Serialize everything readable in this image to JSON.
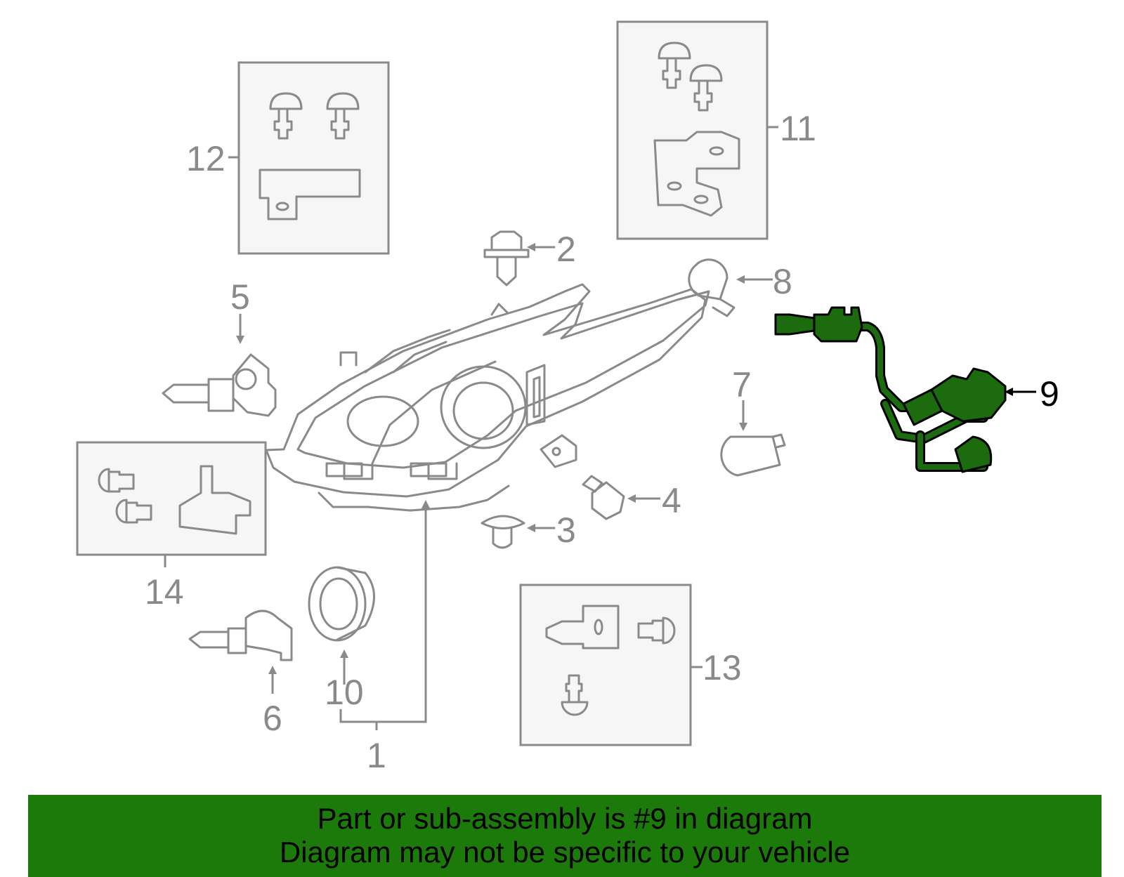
{
  "callouts": {
    "c1": "1",
    "c2": "2",
    "c3": "3",
    "c4": "4",
    "c5": "5",
    "c6": "6",
    "c7": "7",
    "c8": "8",
    "c9": "9",
    "c10": "10",
    "c11": "11",
    "c12": "12",
    "c13": "13",
    "c14": "14"
  },
  "highlighted_part": "9",
  "colors": {
    "highlight": "#1c7a0a",
    "line": "#8a8a8a",
    "box_fill": "#f6f6f6"
  },
  "banner": {
    "line1": "Part or sub-assembly is #9 in diagram",
    "line2": "Diagram may not be specific to your vehicle"
  }
}
